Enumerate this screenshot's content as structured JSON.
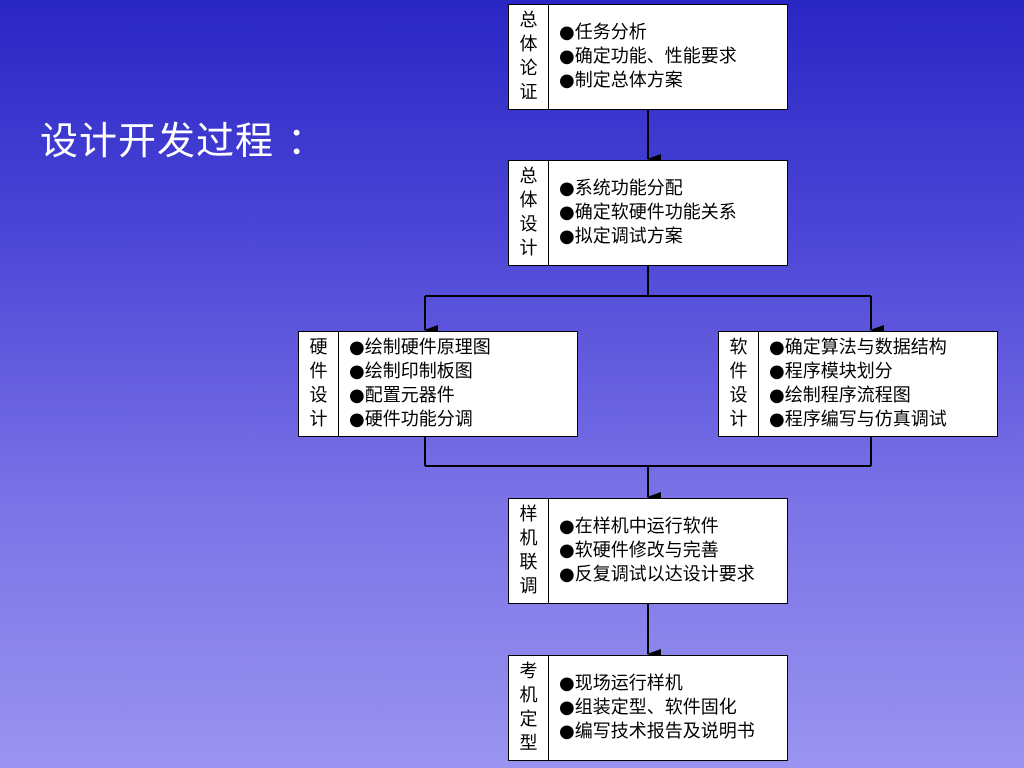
{
  "title": "设计开发过程 ：",
  "stages": [
    {
      "head": "总体论证",
      "items": [
        "任务分析",
        "确定功能、性能要求",
        "制定总体方案"
      ]
    },
    {
      "head": "总体设计",
      "items": [
        "系统功能分配",
        "确定软硬件功能关系",
        "拟定调试方案"
      ]
    },
    {
      "head": "硬件设计",
      "items": [
        "绘制硬件原理图",
        "绘制印制板图",
        "配置元器件",
        "硬件功能分调"
      ]
    },
    {
      "head": "软件设计",
      "items": [
        "确定算法与数据结构",
        "程序模块划分",
        "绘制程序流程图",
        "程序编写与仿真调试"
      ]
    },
    {
      "head": "样机联调",
      "items": [
        "在样机中运行软件",
        "软硬件修改与完善",
        "反复调试以达设计要求"
      ]
    },
    {
      "head": "考机定型",
      "items": [
        "现场运行样机",
        "组装定型、软件固化",
        "编写技术报告及说明书"
      ]
    }
  ]
}
